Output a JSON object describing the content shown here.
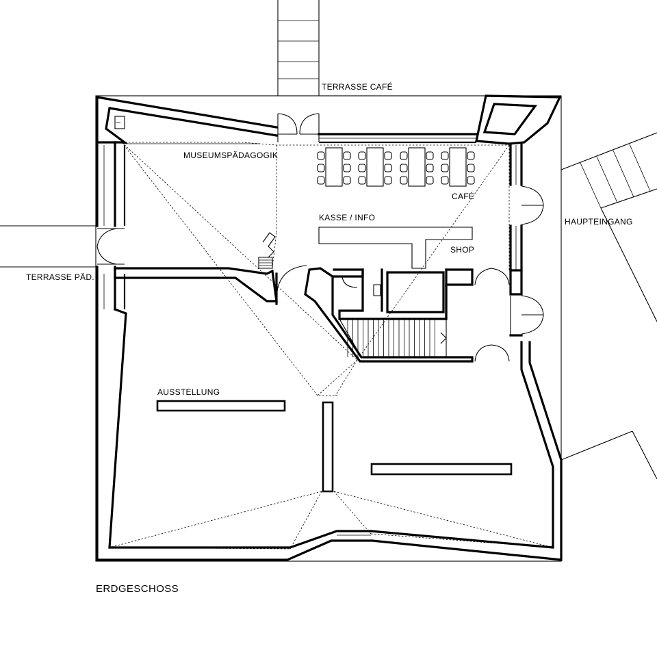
{
  "drawing": {
    "title": "ERDGESCHOSS",
    "rooms": {
      "museumspaedagogik": "MUSEUMSPÄDAGOGIK",
      "cafe": "CAFÉ",
      "kasse_info": "KASSE / INFO",
      "shop": "SHOP",
      "ausstellung": "AUSSTELLUNG"
    },
    "exterior": {
      "terrasse_cafe": "TERRASSE CAFÉ",
      "terrasse_paed": "TERRASSE PÄD.",
      "haupteingang": "HAUPTEINGANG"
    }
  }
}
